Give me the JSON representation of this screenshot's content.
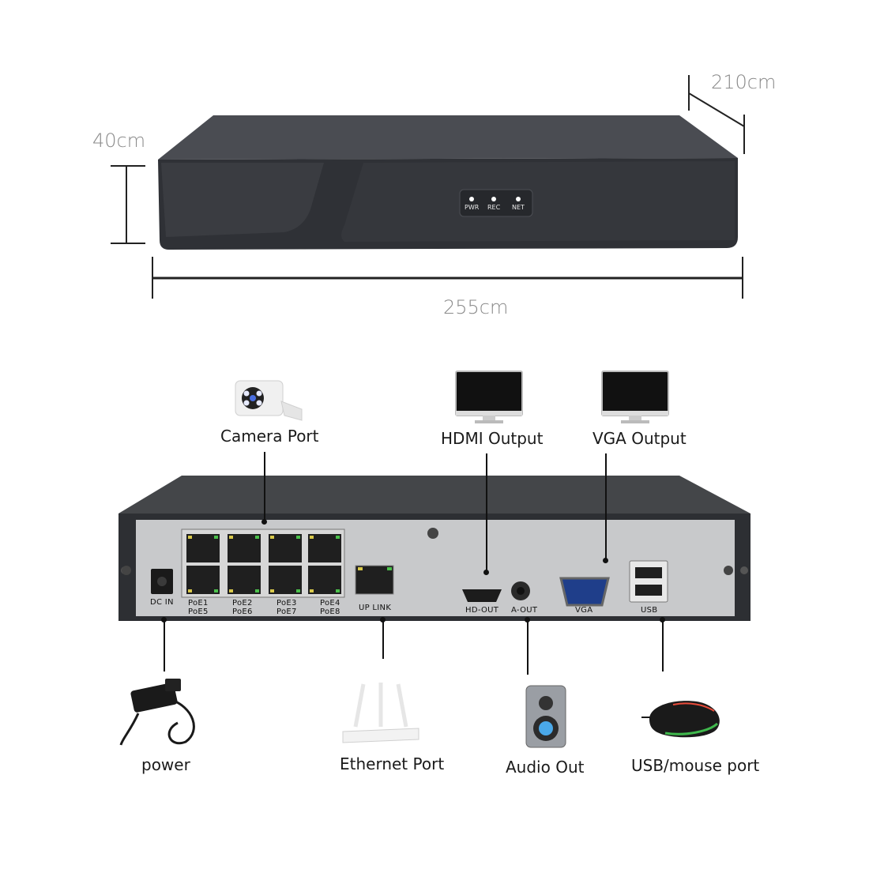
{
  "dimensions": {
    "height": "40cm",
    "depth": "210cm",
    "width": "255cm"
  },
  "front_leds": [
    "PWR",
    "REC",
    "NET"
  ],
  "captions": {
    "camera_port": "Camera Port",
    "hdmi_output": "HDMI Output",
    "vga_output": "VGA Output",
    "power": "power",
    "ethernet_port": "Ethernet Port",
    "audio_out": "Audio Out",
    "usb_mouse_port": "USB/mouse port"
  },
  "rear_labels": {
    "dc_in": "DC  IN",
    "poe_pairs": [
      "PoE1\nPoE5",
      "PoE2\nPoE6",
      "PoE3\nPoE7",
      "PoE4\nPoE8"
    ],
    "up_link": "UP  LINK",
    "hd_out": "HD-OUT",
    "a_out": "A-OUT",
    "vga": "VGA",
    "usb": "USB"
  },
  "colors": {
    "case": "#3b3d42",
    "panel": "#c9cacc",
    "accent_led": "#ffffff"
  }
}
